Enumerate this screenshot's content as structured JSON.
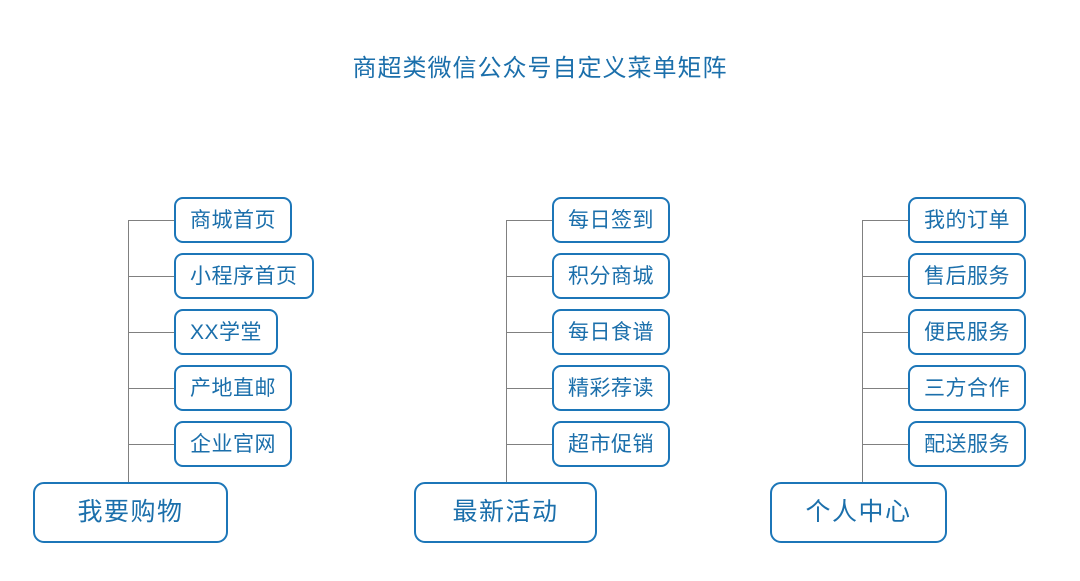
{
  "diagram": {
    "title": "商超类微信公众号自定义菜单矩阵",
    "type": "menu-matrix-tree",
    "accent_color": "#1b6fab",
    "border_color": "#1c76b8",
    "connector_color": "#808080",
    "background_color": "#ffffff",
    "columns": [
      {
        "root": "我要购物",
        "items": [
          "商城首页",
          "小程序首页",
          "XX学堂",
          "产地直邮",
          "企业官网"
        ]
      },
      {
        "root": "最新活动",
        "items": [
          "每日签到",
          "积分商城",
          "每日食谱",
          "精彩荐读",
          "超市促销"
        ]
      },
      {
        "root": "个人中心",
        "items": [
          "我的订单",
          "售后服务",
          "便民服务",
          "三方合作",
          "配送服务"
        ]
      }
    ]
  }
}
